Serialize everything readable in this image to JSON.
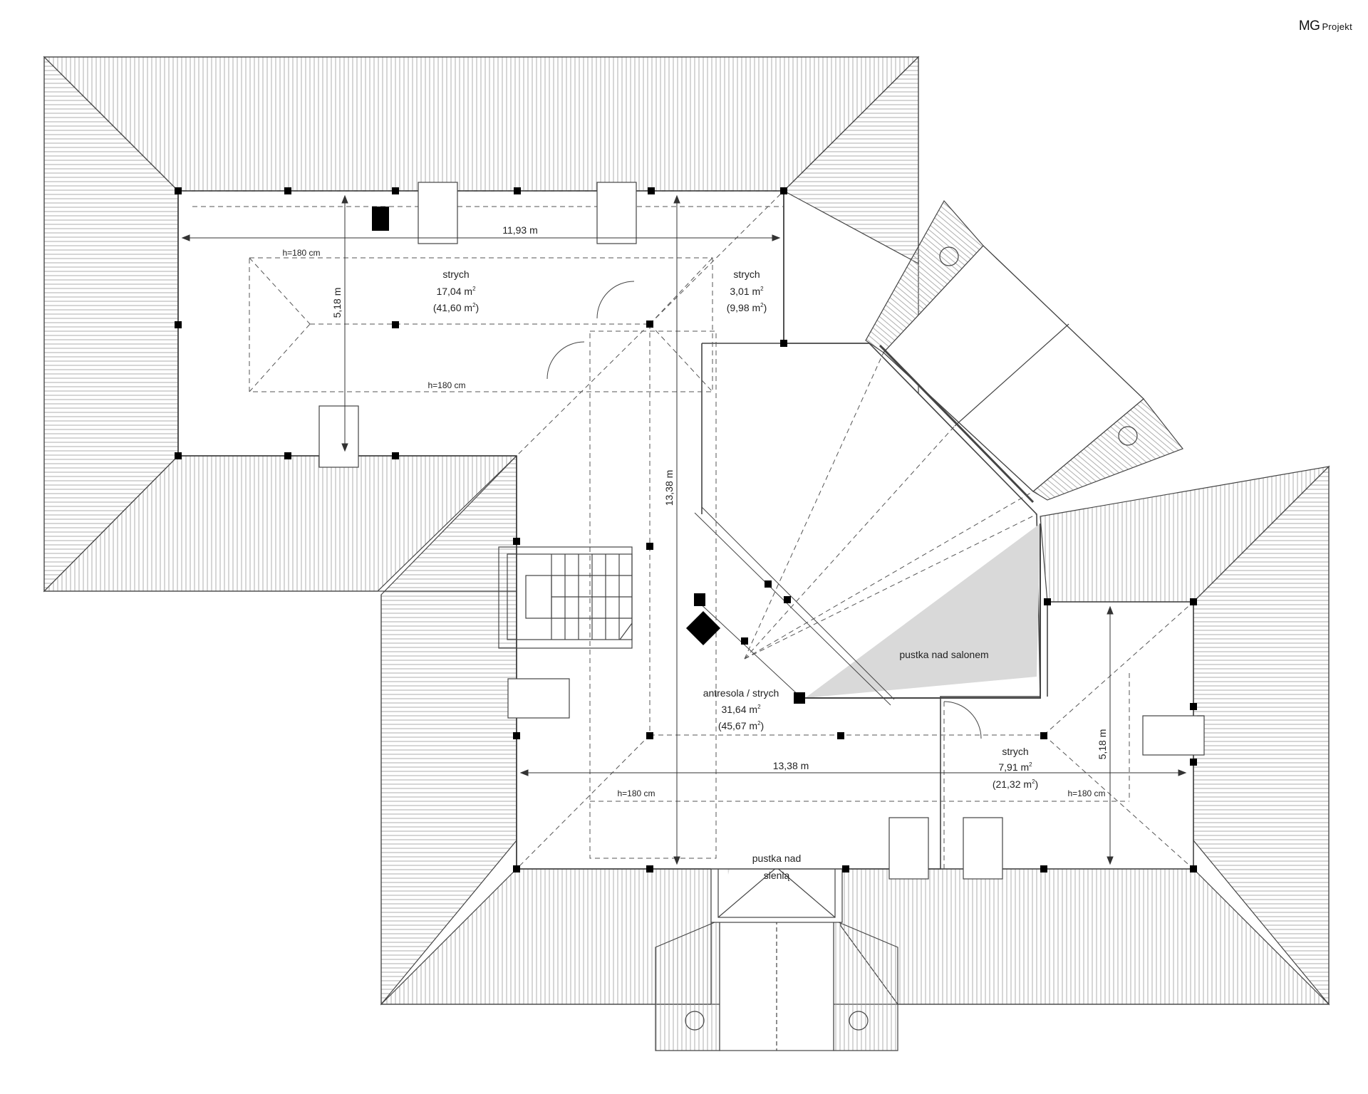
{
  "brand": {
    "mg": "MG",
    "projekt": "Projekt"
  },
  "rooms": {
    "strych_nw": {
      "name": "strych",
      "area": "17,04 m",
      "area_total": "(41,60 m",
      "close": ")"
    },
    "strych_n": {
      "name": "strych",
      "area": "3,01 m",
      "area_total": "(9,98 m",
      "close": ")"
    },
    "antresola": {
      "name": "antresola / strych",
      "area": "31,64 m",
      "area_total": "(45,67 m",
      "close": ")"
    },
    "strych_e": {
      "name": "strych",
      "area": "7,91 m",
      "area_total": "(21,32 m",
      "close": ")"
    },
    "void_salon": {
      "name": "pustka nad salonem"
    },
    "void_sien_1": "pustka nad",
    "void_sien_2": "sienią"
  },
  "sup": "2",
  "dims": {
    "top_width": "11,93 m",
    "left_depth": "5,18 m",
    "center_len": "13,38 m",
    "bottom_width": "13,38 m",
    "right_depth": "5,18 m"
  },
  "heights": {
    "h1": "h=180 cm",
    "h2": "h=180 cm",
    "h3": "h=180 cm",
    "h4": "h=180 cm"
  },
  "colors": {
    "line": "#444444",
    "hatch": "#9a9a9a",
    "void_fill": "#d9d9d9",
    "post": "#000000"
  }
}
